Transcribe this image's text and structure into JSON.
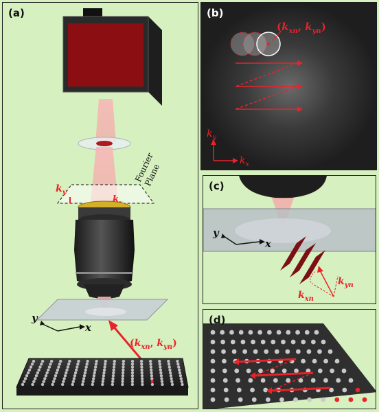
{
  "panels": {
    "a": {
      "label": "(a)",
      "fourier_line1": "Fourier",
      "fourier_line2": "Plane",
      "ky_base": "k",
      "ky_sub": "y",
      "kx_base": "k",
      "kx_sub": "x",
      "axis_y": "y",
      "axis_x": "x",
      "kvec_open": "(",
      "kvec_kx": "k",
      "kvec_kx_sub": "xn",
      "kvec_sep": ", ",
      "kvec_ky": "k",
      "kvec_ky_sub": "yn",
      "kvec_close": ")"
    },
    "b": {
      "label": "(b)",
      "kvec_open": "(",
      "kvec_kx": "k",
      "kvec_kx_sub": "xn",
      "kvec_sep": ", ",
      "kvec_ky": "k",
      "kvec_ky_sub": "yn",
      "kvec_close": ")",
      "ky_base": "k",
      "ky_sub": "y",
      "kx_base": "k",
      "kx_sub": "x"
    },
    "c": {
      "label": "(c)",
      "axis_y": "y",
      "axis_x": "x",
      "kyn_base": "k",
      "kyn_sub": "yn",
      "kxn_base": "k",
      "kxn_sub": "xn"
    },
    "d": {
      "label": "(d)"
    }
  },
  "colors": {
    "background": "#d6f0bf",
    "accent_red": "#e8232a",
    "beam_pink": "#f4a7a7",
    "camera_red": "#8b0f12",
    "dark_panel": "#1a1a1a"
  }
}
